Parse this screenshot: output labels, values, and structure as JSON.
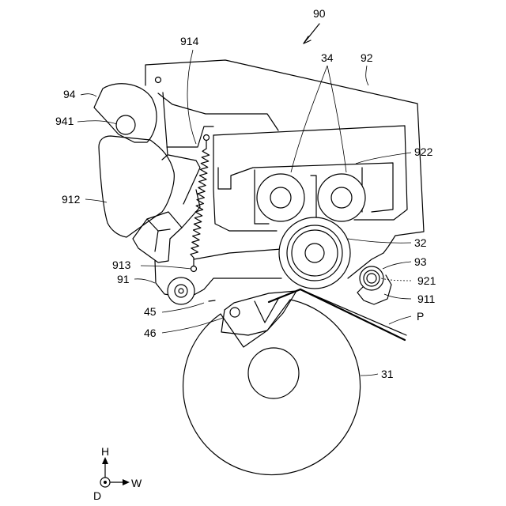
{
  "labels": {
    "assembly": "90",
    "spring_attach": "914",
    "rollers": "34",
    "cover": "92",
    "cam": "94",
    "cam_shaft": "941",
    "recess": "922",
    "block": "912",
    "heat_roller": "32",
    "pivot": "93",
    "spring_hook": "913",
    "pin_hole": "921",
    "frame": "91",
    "frame_tip": "911",
    "gap": "45",
    "guide": "46",
    "sheet": "P",
    "drum": "31"
  },
  "axes": {
    "height": "H",
    "width": "W",
    "depth": "D"
  }
}
